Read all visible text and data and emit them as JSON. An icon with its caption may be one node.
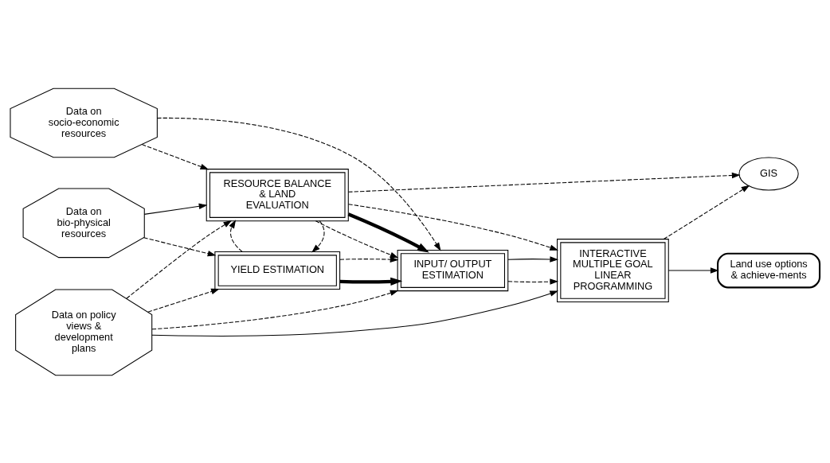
{
  "diagram": {
    "nodes": [
      {
        "text": [
          "Data on bio-physical resources"
        ]
      },
      {
        "text": [
          "Data on socio-economic resources"
        ]
      },
      {
        "text": [
          "RESOURCE BALANCE & LAND EVALUATION"
        ]
      },
      {
        "text": [
          "YIELD ESTIMATION"
        ]
      },
      {
        "text": [
          "INPUT/ OUTPUT ESTIMATION"
        ]
      },
      {
        "text": [
          "GIS"
        ]
      },
      {
        "text": [
          "INTERACTIVE MULTIPLE GOAL LINEAR PROGRAMMING"
        ]
      },
      {
        "text": [
          "Land use options & achieve-ments"
        ]
      },
      {
        "text": [
          "Data on policy views & development plans"
        ]
      }
    ],
    "edges": [
      {
        "from": 0,
        "to": 2,
        "arrow": "to"
      },
      {
        "from": 0,
        "to": 3,
        "arrow": "to",
        "style": "dashed"
      },
      {
        "from": 1,
        "to": 2,
        "arrow": "to",
        "style": "dashed"
      },
      {
        "from": 1,
        "to": 4,
        "arrow": "to",
        "style": "dashed"
      },
      {
        "from": 2,
        "to": 5,
        "arrow": "to",
        "style": "dashed"
      },
      {
        "from": 2,
        "to": 4,
        "arrow": "to",
        "style": "dashed"
      },
      {
        "from": 2,
        "to": 6,
        "arrow": "to",
        "style": "dashed"
      },
      {
        "from": 2,
        "to": 4,
        "arrow": "to",
        "style": "thick"
      },
      {
        "from": 2,
        "to": 3,
        "arrow": "to",
        "style": "dashed"
      },
      {
        "from": 3,
        "to": 2,
        "arrow": "to",
        "style": "dashed"
      },
      {
        "from": 3,
        "to": 4,
        "arrow": "to",
        "style": "thick"
      },
      {
        "from": 3,
        "to": 4,
        "arrow": "to",
        "style": "dashed"
      },
      {
        "from": 4,
        "to": 6,
        "arrow": "to",
        "style": "dashed"
      },
      {
        "from": 4,
        "to": 6,
        "arrow": "to"
      },
      {
        "from": 6,
        "to": 5,
        "arrow": "to",
        "style": "dashed"
      },
      {
        "from": 6,
        "to": 7,
        "arrow": "to"
      },
      {
        "from": 8,
        "to": 6,
        "arrow": "to"
      },
      {
        "from": 8,
        "to": 4,
        "arrow": "to",
        "style": "dashed"
      },
      {
        "from": 8,
        "to": 3,
        "arrow": "to",
        "style": "dashed"
      },
      {
        "from": 8,
        "to": 2,
        "arrow": "to",
        "style": "dashed"
      }
    ]
  }
}
